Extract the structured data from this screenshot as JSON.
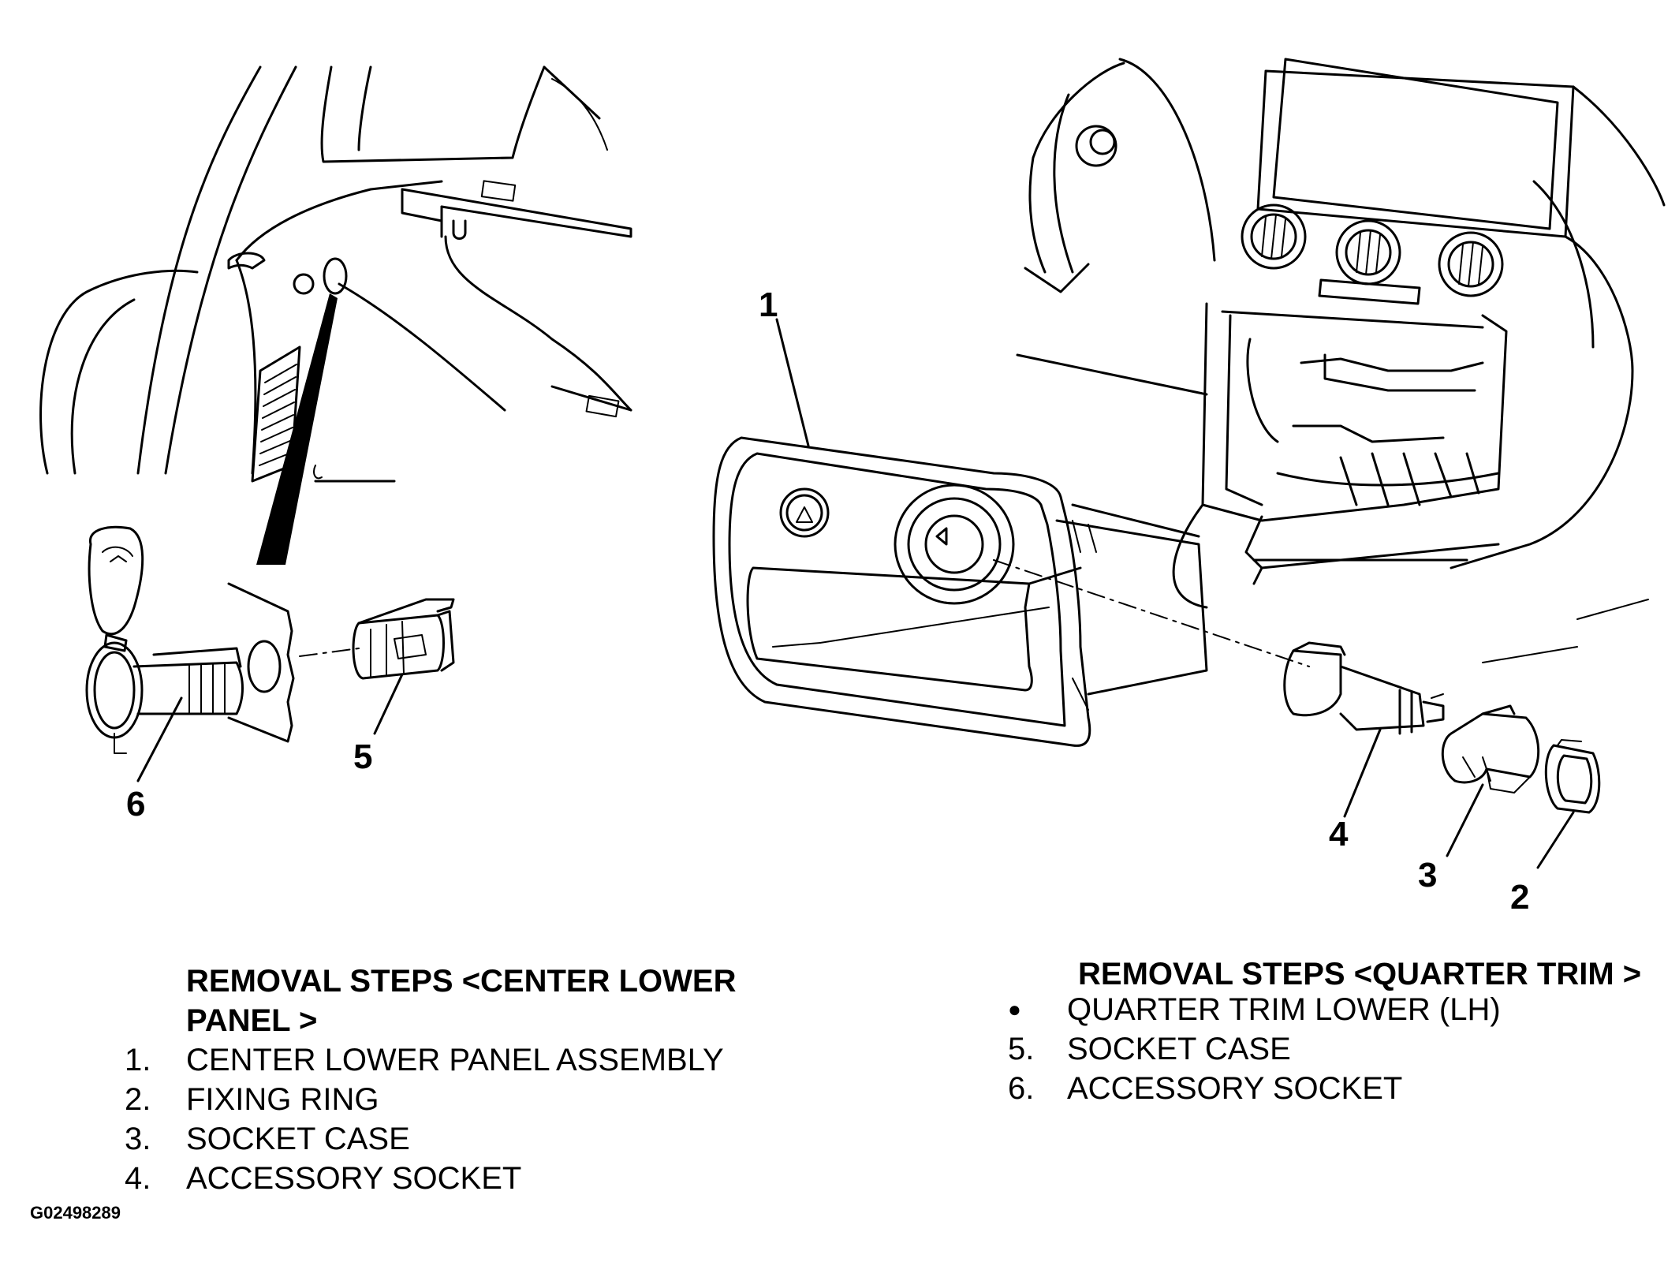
{
  "callouts": [
    "1",
    "2",
    "3",
    "4",
    "5",
    "6"
  ],
  "center_steps": {
    "heading_line1": "REMOVAL STEPS <CENTER LOWER",
    "heading_line2": "PANEL >",
    "items": [
      {
        "num": "1.",
        "text": "CENTER LOWER PANEL ASSEMBLY"
      },
      {
        "num": "2.",
        "text": "FIXING RING"
      },
      {
        "num": "3.",
        "text": "SOCKET CASE"
      },
      {
        "num": "4.",
        "text": "ACCESSORY SOCKET"
      }
    ]
  },
  "quarter_steps": {
    "heading": "REMOVAL STEPS <QUARTER TRIM >",
    "items": [
      {
        "num": "●",
        "text": "QUARTER TRIM LOWER (LH)"
      },
      {
        "num": "5.",
        "text": "SOCKET CASE"
      },
      {
        "num": "6.",
        "text": "ACCESSORY SOCKET"
      }
    ]
  },
  "figure_id": "G02498289"
}
